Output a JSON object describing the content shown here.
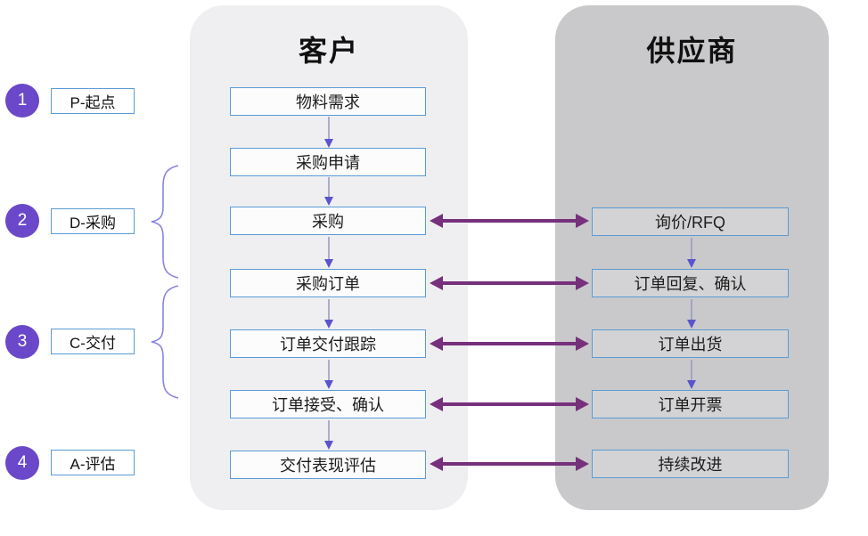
{
  "customer": {
    "header": "客户",
    "steps": [
      "物料需求",
      "采购申请",
      "采购",
      "采购订单",
      "订单交付跟踪",
      "订单接受、确认",
      "交付表现评估"
    ]
  },
  "supplier": {
    "header": "供应商",
    "steps": [
      "询价/RFQ",
      "订单回复、确认",
      "订单出货",
      "订单开票",
      "持续改进"
    ]
  },
  "phases": [
    {
      "number": "1",
      "label": "P-起点"
    },
    {
      "number": "2",
      "label": "D-采购"
    },
    {
      "number": "3",
      "label": "C-交付"
    },
    {
      "number": "4",
      "label": "A-评估"
    }
  ],
  "phase_groups": [
    {
      "phase": "D-采购",
      "covers": [
        "采购申请",
        "采购",
        "采购订单"
      ]
    },
    {
      "phase": "C-交付",
      "covers": [
        "订单交付跟踪",
        "订单接受、确认"
      ]
    }
  ],
  "horizontal_links": [
    {
      "customer": "采购",
      "supplier": "询价/RFQ",
      "bidirectional": true
    },
    {
      "customer": "采购订单",
      "supplier": "订单回复、确认",
      "bidirectional": true
    },
    {
      "customer": "订单交付跟踪",
      "supplier": "订单出货",
      "bidirectional": true
    },
    {
      "customer": "订单接受、确认",
      "supplier": "订单开票",
      "bidirectional": true
    },
    {
      "customer": "交付表现评估",
      "supplier": "持续改进",
      "bidirectional": true
    }
  ],
  "colors": {
    "phase_circle": "#6a48c9",
    "box_border": "#5b9bd5",
    "horizontal_arrow": "#76307c",
    "vertical_arrow_line": "#9b9bc4",
    "vertical_arrow_head": "#5b54cc",
    "brace": "#8a85dd",
    "customer_panel_bg": "#efeff1",
    "supplier_panel_bg": "#c9c9cb"
  }
}
